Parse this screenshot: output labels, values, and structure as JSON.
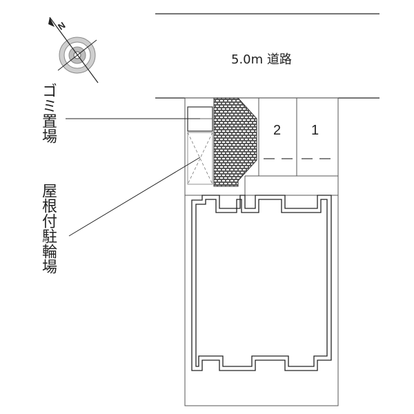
{
  "road": {
    "label": "5.0m 道路"
  },
  "labels": {
    "garbage": "ゴミ置場",
    "bicycle": "屋根付駐輪場"
  },
  "parking": {
    "spaces": [
      {
        "number": "2"
      },
      {
        "number": "1"
      }
    ]
  },
  "compass": {
    "north_letter": "N"
  }
}
